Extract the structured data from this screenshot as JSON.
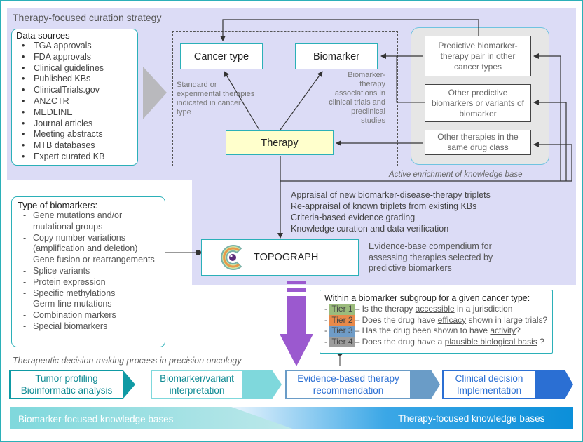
{
  "title": "Therapy-focused curation strategy",
  "data_sources": {
    "heading": "Data sources",
    "items": [
      "TGA approvals",
      "FDA approvals",
      "Clinical guidelines",
      "Published KBs",
      "ClinicalTrials.gov",
      "ANZCTR",
      "MEDLINE",
      "Journal articles",
      "Meeting abstracts",
      "MTB databases",
      "Expert curated KB"
    ]
  },
  "nodes": {
    "cancer_type": "Cancer type",
    "biomarker": "Biomarker",
    "therapy": "Therapy",
    "pair_other_cancer": "Predictive biomarker-therapy pair in other cancer types",
    "other_biomarkers": "Other predictive biomarkers or variants of biomarker",
    "other_therapies": "Other therapies in the same drug class"
  },
  "notes": {
    "standard_therapies": "Standard or experimental therapies indicated in cancer type",
    "associations": "Biomarker-therapy associations in clinical trials and preclinical studies",
    "active_enrichment": "Active enrichment of knowledge base"
  },
  "appraisal_steps": [
    "Appraisal of new biomarker-disease-therapy triplets",
    "Re-appraisal of known triplets from existing KBs",
    "Criteria-based evidence grading",
    "Knowledge curation and data verification"
  ],
  "topograph": {
    "name": "TOPOGRAPH",
    "description": "Evidence-base compendium for assessing therapies selected by predictive biomarkers"
  },
  "biomarker_types": {
    "heading": "Type of biomarkers:",
    "items": [
      "Gene mutations and/or mutational groups",
      "Copy number variations (amplification and deletion)",
      "Gene fusion or rearrangements",
      "Splice variants",
      "Protein expression",
      "Specific methylations",
      "Germ-line mutations",
      "Combination markers",
      "Special biomarkers"
    ]
  },
  "tiers": {
    "heading": "Within a biomarker subgroup for a given cancer type:",
    "items": [
      {
        "label": "Tier 1",
        "color": "#9bbb7c",
        "pre": "– Is the therapy ",
        "key": "accessible",
        "post": " in a jurisdiction"
      },
      {
        "label": "Tier 2",
        "color": "#e8894a",
        "pre": "– Does the drug have ",
        "key": "efficacy",
        "post": " shown in large trials?"
      },
      {
        "label": "Tier 3",
        "color": "#6f9cc7",
        "pre": "– Has the drug been shown to have ",
        "key": "activity",
        "post": "?"
      },
      {
        "label": "Tier 4",
        "color": "#9c9c9c",
        "pre": "– Does the drug have a ",
        "key": "plausible biological basis",
        "post": " ?"
      }
    ]
  },
  "process": {
    "caption": "Therapeutic decision making process in precision oncology",
    "steps": [
      "Tumor profiling Bioinformatic analysis",
      "Biomarker/variant interpretation",
      "Evidence-based therapy recommendation",
      "Clinical decision Implementation"
    ]
  },
  "knowledge_bases": {
    "biomarker_focused": "Biomarker-focused knowledge bases",
    "therapy_focused": "Therapy-focused knowledge bases"
  },
  "colors": {
    "teal": "#2bb0b8",
    "lavender": "#dcdcf6",
    "purple_arrow": "#9b59cf",
    "therapy_fill": "#ffffcc",
    "blue_step": "#2b6fd3"
  }
}
